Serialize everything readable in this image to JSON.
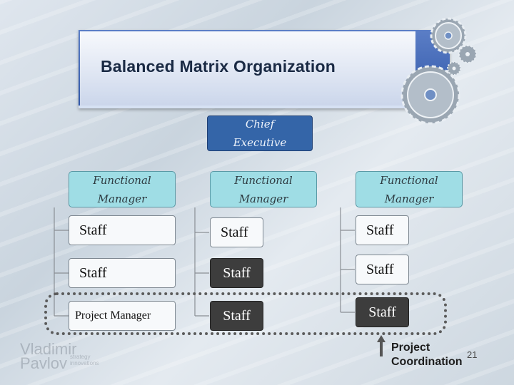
{
  "title": "Balanced Matrix Organization",
  "chief": [
    "Chief",
    "Executive"
  ],
  "functional_managers": [
    [
      "Functional",
      "Manager"
    ],
    [
      "Functional",
      "Manager"
    ],
    [
      "Functional",
      "Manager"
    ]
  ],
  "columns": [
    [
      "Staff",
      "Staff",
      "Project Manager"
    ],
    [
      "Staff",
      "Staff",
      "Staff"
    ],
    [
      "Staff",
      "Staff",
      "Staff"
    ]
  ],
  "coordination_label": [
    "Project",
    "Coordination"
  ],
  "page_number": "21",
  "logo_text": "Vladimir Pavlov",
  "logo_tagline": [
    "strategy",
    "innovations"
  ],
  "colors": {
    "title_band": "#2f56a8",
    "chief": "#3465a8",
    "functional_manager": "#9fdde5",
    "highlighted_staff": "#3d3d3d"
  }
}
